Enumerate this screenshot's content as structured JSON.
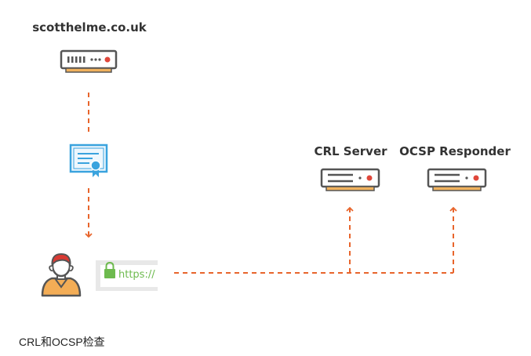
{
  "nodes": {
    "website": {
      "label": "scotthelme.co.uk"
    },
    "crl_server": {
      "label": "CRL Server"
    },
    "ocsp_responder": {
      "label": "OCSP Responder"
    }
  },
  "browser": {
    "url_text": "https://"
  },
  "caption": "CRL和OCSP检查",
  "colors": {
    "arrow": "#e8652c",
    "server_body": "#ffffff",
    "server_outline": "#555555",
    "server_base": "#f0b15d",
    "server_led": "#e0473b",
    "certificate_blue": "#3aa3de",
    "user_hair": "#d93a33",
    "user_body": "#f3ad56",
    "lock_green": "#6dba4e",
    "address_bar": "#e8e8e8"
  },
  "icons": {
    "server": "server-icon",
    "certificate": "certificate-icon",
    "user": "user-icon",
    "lock": "lock-icon"
  }
}
